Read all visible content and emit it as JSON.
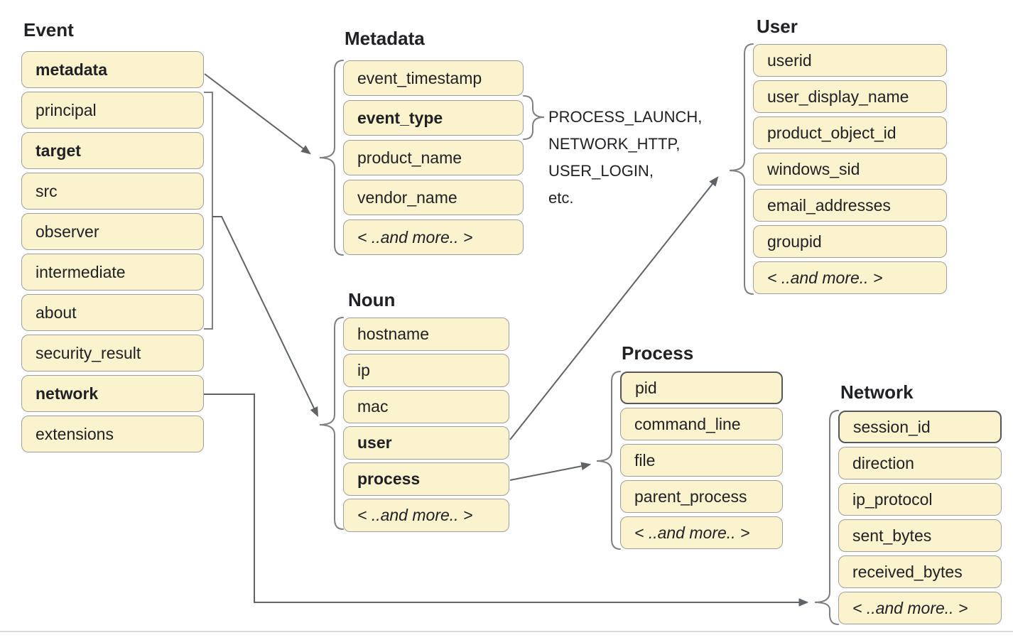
{
  "groups": {
    "event": {
      "title": "Event",
      "items": [
        "metadata",
        "principal",
        "target",
        "src",
        "observer",
        "intermediate",
        "about",
        "security_result",
        "network",
        "extensions"
      ]
    },
    "metadata": {
      "title": "Metadata",
      "items": [
        "event_timestamp",
        "event_type",
        "product_name",
        "vendor_name",
        "< ..and more.. >"
      ]
    },
    "noun": {
      "title": "Noun",
      "items": [
        "hostname",
        "ip",
        "mac",
        "user",
        "process",
        "< ..and more.. >"
      ]
    },
    "user": {
      "title": "User",
      "items": [
        "userid",
        "user_display_name",
        "product_object_id",
        "windows_sid",
        "email_addresses",
        "groupid",
        "< ..and more.. >"
      ]
    },
    "process": {
      "title": "Process",
      "items": [
        "pid",
        "command_line",
        "file",
        "parent_process",
        "< ..and more.. >"
      ]
    },
    "network": {
      "title": "Network",
      "items": [
        "session_id",
        "direction",
        "ip_protocol",
        "sent_bytes",
        "received_bytes",
        "< ..and more.. >"
      ]
    }
  },
  "annotation": {
    "line1": "PROCESS_LAUNCH,",
    "line2": "NETWORK_HTTP,",
    "line3": "USER_LOGIN,",
    "line4": "etc."
  },
  "colors": {
    "box_fill": "#FBF2CE",
    "box_border": "#9E9E9E",
    "box_border_dark": "#54575B",
    "connector": "#5F6368",
    "brace": "#7F7F7F",
    "text": "#202124",
    "divider": "#D9D9D9"
  }
}
